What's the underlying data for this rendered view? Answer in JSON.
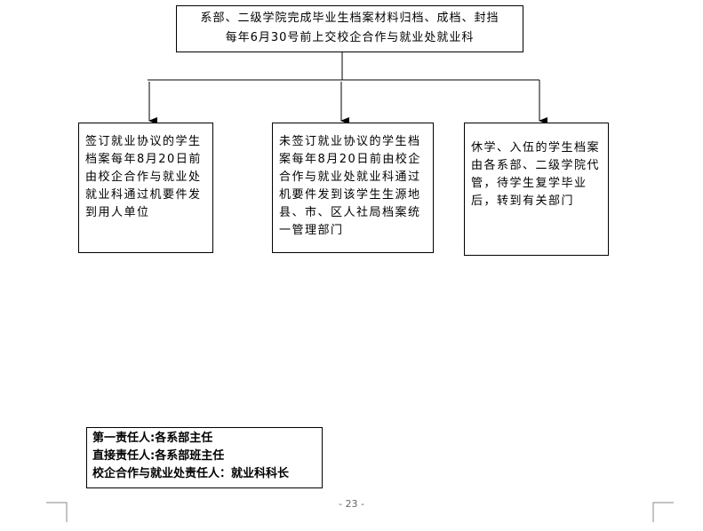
{
  "top_box": {
    "line1": "系部、二级学院完成毕业生档案材料归档、成档、封挡",
    "line2": "每年6月30号前上交校企合作与就业处就业科"
  },
  "branches": [
    {
      "text": "签订就业协议的学生档案每年8月20日前由校企合作与就业处就业科通过机要件发到用人单位"
    },
    {
      "text": "未签订就业协议的学生档案每年8月20日前由校企合作与就业处就业科通过机要件发到该学生生源地县、市、区人社局档案统一管理部门"
    },
    {
      "text": "休学、入伍的学生档案由各系部、二级学院代管，待学生复学毕业后，转到有关部门"
    }
  ],
  "responsibility": {
    "line1": "第一责任人:各系部主任",
    "line2": "直接责任人:各系部班主任",
    "line3": "校企合作与就业处责任人：就业科科长"
  },
  "footer": {
    "page_number": "- 23 -"
  }
}
